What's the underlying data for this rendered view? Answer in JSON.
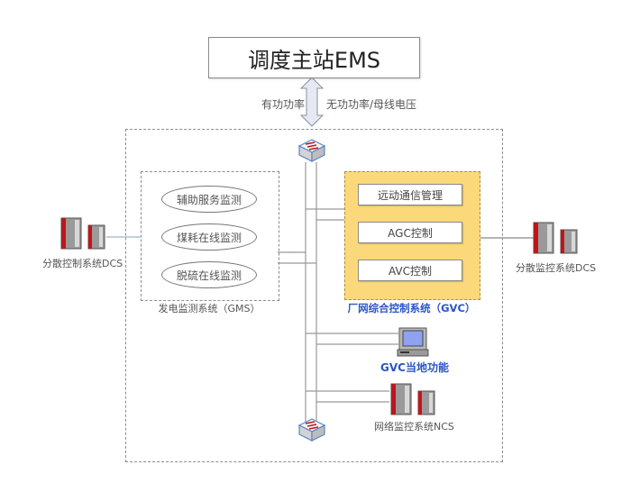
{
  "ems": {
    "title": "调度主站EMS"
  },
  "arrow": {
    "left_label": "有功功率",
    "right_label": "无功功率/母线电压"
  },
  "gms": {
    "items": [
      "辅助服务监测",
      "煤耗在线监测",
      "脱硫在线监测"
    ],
    "label": "发电监测系统（GMS）"
  },
  "gvc": {
    "items": [
      "远动通信管理",
      "AGC控制",
      "AVC控制"
    ],
    "label": "厂网综合控制系统（GVC）"
  },
  "dcs_left": {
    "label": "分散控制系统DCS"
  },
  "dcs_right": {
    "label": "分散监控系统DCS"
  },
  "gvc_local": {
    "label": "GVC当地功能"
  },
  "ncs": {
    "label": "网络监控系统NCS"
  },
  "colors": {
    "gvc_fill": "#fbd97a",
    "blue_text": "#2a56c6",
    "server_red": "#c0151b"
  }
}
